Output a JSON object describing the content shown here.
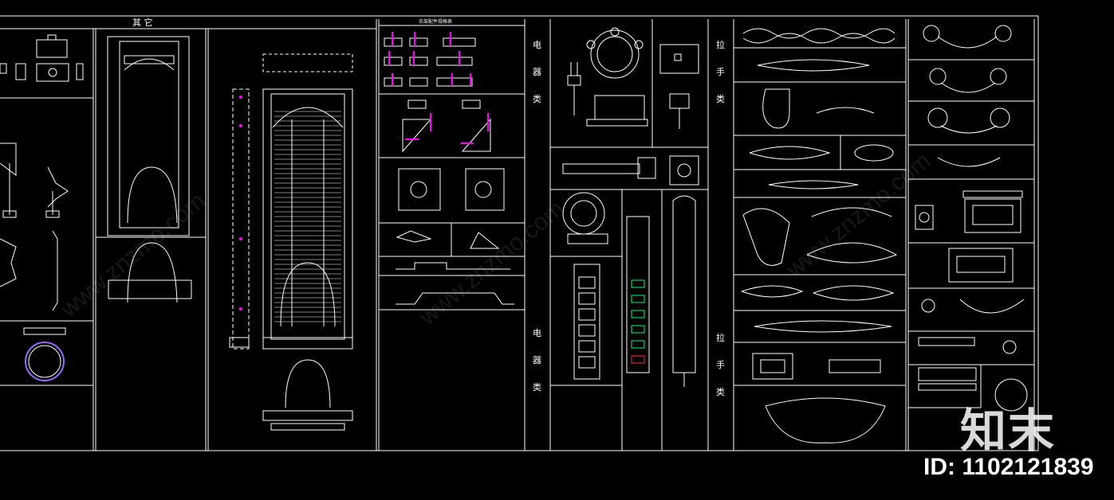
{
  "header": {
    "section_title": "其  它",
    "tray_table_title": "衣架配件规格表"
  },
  "column_labels": {
    "electrical_top": [
      "电",
      "器",
      "类"
    ],
    "electrical_bottom": [
      "电",
      "器",
      "类"
    ],
    "handles_top": [
      "拉",
      "手",
      "类"
    ],
    "handles_bottom": [
      "拉",
      "手",
      "类"
    ]
  },
  "watermark": {
    "logo": "知末",
    "id_text": "ID: 1102121839",
    "diagonal": "www.znzmo.com"
  },
  "colors": {
    "background": "#000000",
    "line": "#ffffff",
    "accent_magenta": "#ff00ff",
    "accent_purple": "#9966ff",
    "accent_green": "#00ff66",
    "accent_red": "#ff3333"
  }
}
